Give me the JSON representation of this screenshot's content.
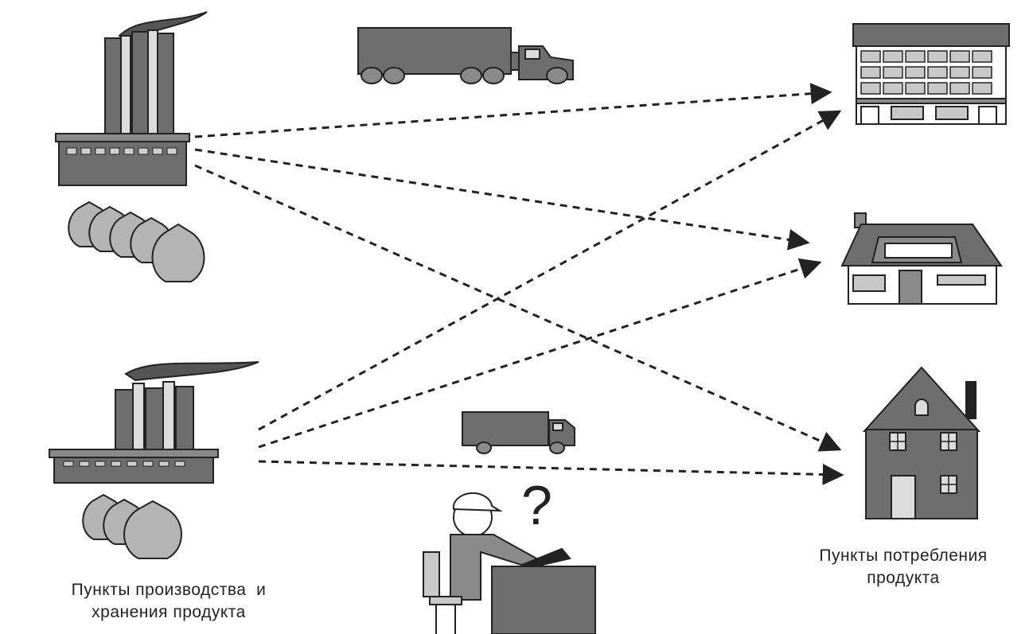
{
  "labels": {
    "production_line1": "Пункты производства  и",
    "production_line2": "хранения продукта",
    "consumption_line1": "Пункты потребления",
    "consumption_line2": "продукта",
    "question_mark": "?"
  },
  "icons": {
    "factory_top": "factory-icon",
    "factory_bottom": "factory-icon",
    "sacks": "sack-icon",
    "truck_large": "truck-icon",
    "truck_small": "truck-icon",
    "office_building": "office-building-icon",
    "house_small": "house-icon",
    "house_tall": "house-icon",
    "manager": "person-at-desk-icon"
  },
  "connections": [
    {
      "from": "factory_top",
      "to": "office_building"
    },
    {
      "from": "factory_top",
      "to": "house_small"
    },
    {
      "from": "factory_top",
      "to": "house_tall"
    },
    {
      "from": "factory_bottom",
      "to": "office_building"
    },
    {
      "from": "factory_bottom",
      "to": "house_small"
    },
    {
      "from": "factory_bottom",
      "to": "house_tall"
    }
  ],
  "colors": {
    "fill_dark": "#6e6e6e",
    "fill_mid": "#8a8a8a",
    "fill_light": "#c8c8c8",
    "stroke": "#222222"
  }
}
